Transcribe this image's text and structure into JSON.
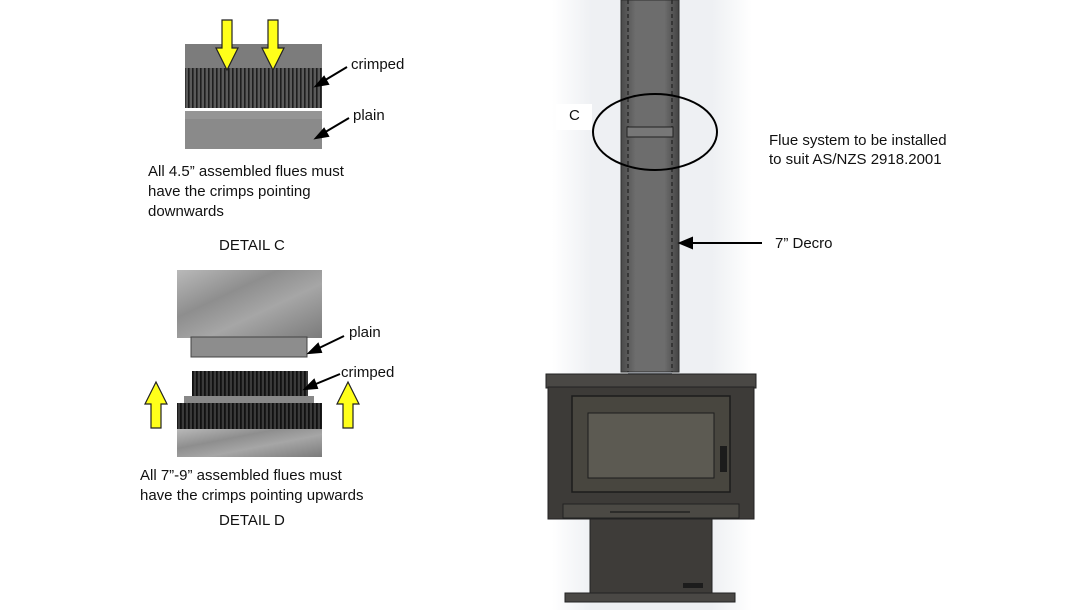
{
  "detail_c": {
    "label_crimped": "crimped",
    "label_plain": "plain",
    "note_line1": "All 4.5” assembled flues must",
    "note_line2": "have the crimps pointing",
    "note_line3": "downwards",
    "title": "DETAIL C"
  },
  "detail_d": {
    "label_plain": "plain",
    "label_crimped": "crimped",
    "note_line1": "All 7”-9” assembled flues must",
    "note_line2": "have the crimps pointing upwards",
    "title": "DETAIL D"
  },
  "stove": {
    "callout_marker": "C",
    "install_note_line1": "Flue system to be installed",
    "install_note_line2": "to suit AS/NZS 2918.2001",
    "flue_label": "7” Decro"
  },
  "colors": {
    "arrow_fill": "#ffff1a",
    "arrow_outline": "#222222",
    "metal_grey": "#8a8a8a",
    "stove_body": "#3d3b38"
  }
}
